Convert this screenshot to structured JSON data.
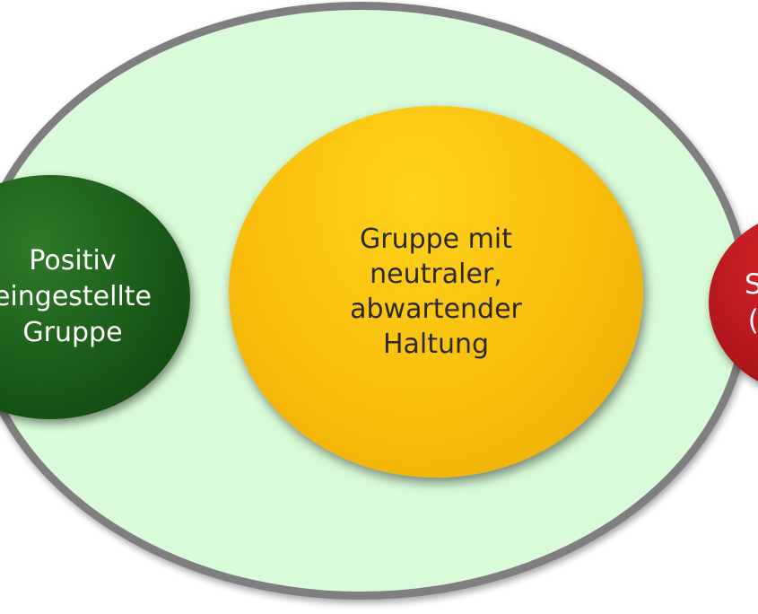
{
  "diagram": {
    "outer_group": {
      "fill": "#d9fbd9",
      "border": "#7f7f7f"
    },
    "positive_group": {
      "label": "Positiv\neingestellte\nGruppe",
      "color": "#1a5a17"
    },
    "neutral_group": {
      "label": "Gruppe mit\nneutraler,\nabwartender\nHaltung",
      "color": "#f8bd0a"
    },
    "negative_group": {
      "label": "S\n(",
      "color": "#b3181c"
    }
  }
}
